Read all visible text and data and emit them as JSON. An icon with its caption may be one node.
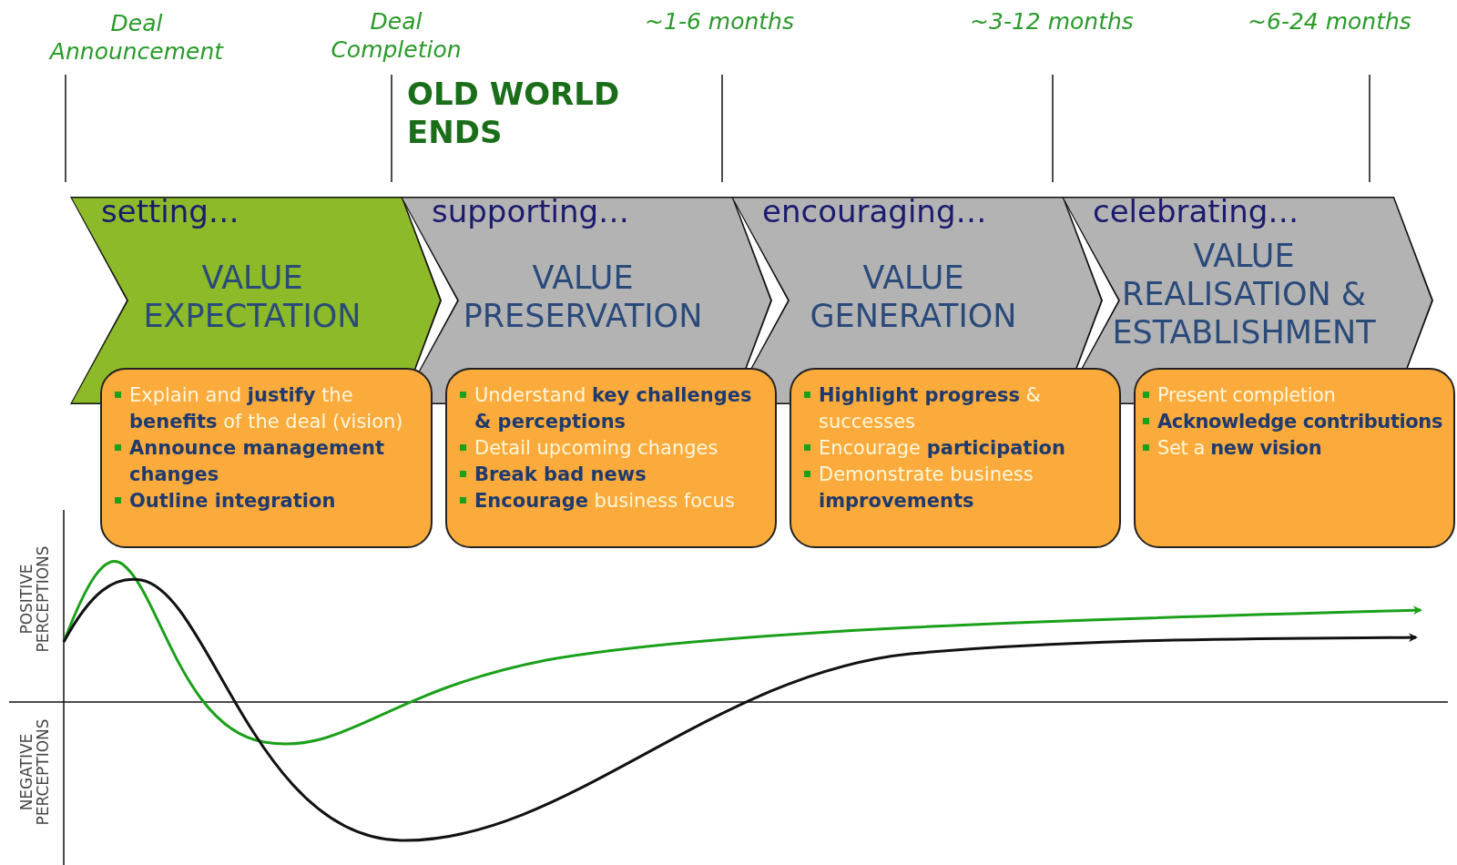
{
  "diagram": {
    "nodes": [
      {
        "text": [
          "setting…",
          "VALUE EXPECTATION"
        ]
      },
      {
        "text": [
          "supporting…",
          "VALUE PRESERVATION"
        ]
      },
      {
        "text": [
          "encouraging…",
          "VALUE GENERATION"
        ]
      },
      {
        "text": [
          "celebrating…",
          "VALUE REALISATION & ESTABLISHMENT"
        ]
      },
      {
        "text": [
          "Explain and **justify** the **benefits** of the deal (vision)",
          "**Announce management changes**",
          "**Outline integration**"
        ]
      },
      {
        "text": [
          "Understand **key challenges & perceptions**",
          "Detail upcoming changes",
          "**Break bad news**",
          "**Encourage** business focus"
        ]
      },
      {
        "text": [
          "**Highlight progress** & successes",
          "Encourage **participation**",
          "Demonstrate business **improvements**"
        ]
      },
      {
        "text": [
          "Present completion",
          "**Acknowledge contributions**",
          "Set a **new vision**"
        ]
      }
    ],
    "edges": [],
    "labels": [
      "Deal Announcement",
      "Deal Completion",
      "~1-6 months",
      "~3-12 months",
      "~6-24 months",
      "OLD WORLD ENDS",
      "POSITIVE PERCEPTIONS",
      "NEGATIVE PERCEPTIONS"
    ]
  }
}
